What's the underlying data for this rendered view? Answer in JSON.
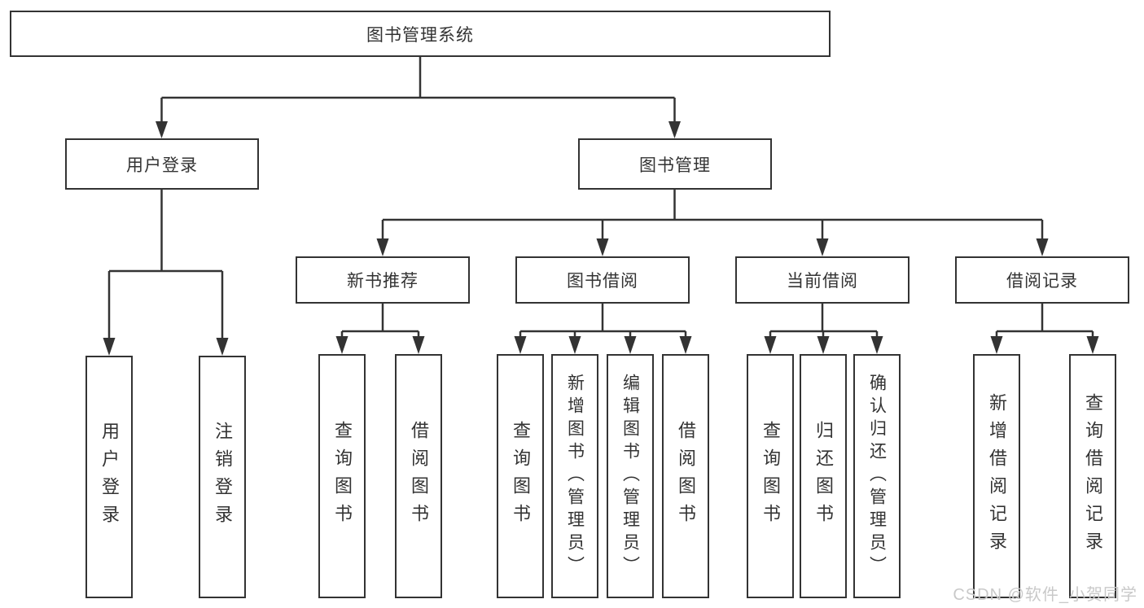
{
  "tree": {
    "label": "图书管理系统",
    "children": [
      {
        "label": "用户登录",
        "children": [
          {
            "label": "用户登录"
          },
          {
            "label": "注销登录"
          }
        ]
      },
      {
        "label": "图书管理",
        "children": [
          {
            "label": "新书推荐",
            "children": [
              {
                "label": "查询图书"
              },
              {
                "label": "借阅图书"
              }
            ]
          },
          {
            "label": "图书借阅",
            "children": [
              {
                "label": "查询图书"
              },
              {
                "label": "新增图书（管理员）"
              },
              {
                "label": "编辑图书（管理员）"
              },
              {
                "label": "借阅图书"
              }
            ]
          },
          {
            "label": "当前借阅",
            "children": [
              {
                "label": "查询图书"
              },
              {
                "label": "归还图书"
              },
              {
                "label": "确认归还（管理员）"
              }
            ]
          },
          {
            "label": "借阅记录",
            "children": [
              {
                "label": "新增借阅记录"
              },
              {
                "label": "查询借阅记录"
              }
            ]
          }
        ]
      }
    ]
  },
  "watermark": "CSDN @软件_小贺同学",
  "colors": {
    "line": "#333333",
    "text": "#333333",
    "watermark": "#c9c9c9",
    "background": "#ffffff"
  }
}
